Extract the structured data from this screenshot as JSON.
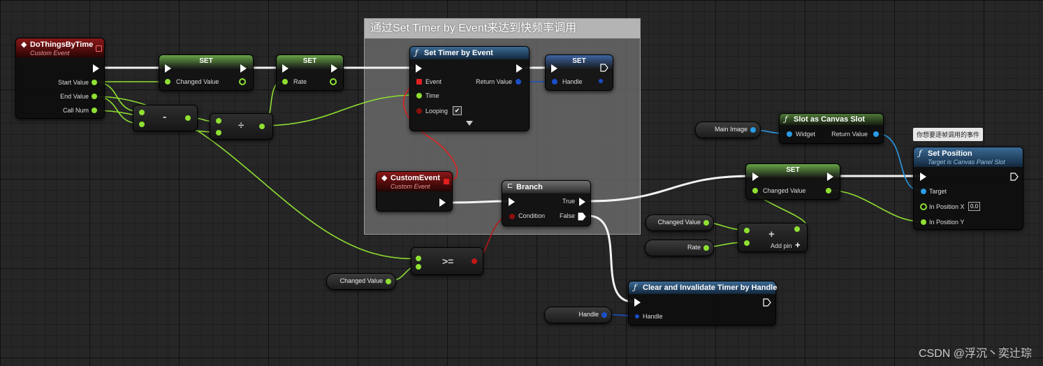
{
  "comment_title": "通过Set Timer by Event来达到快频率调用",
  "nodes": {
    "do_things": {
      "title": "DoThingsByTime",
      "subtitle": "Custom Event",
      "pins": [
        "Start Value",
        "End Value",
        "Call Num"
      ]
    },
    "set1": {
      "title": "SET",
      "pin": "Changed Value"
    },
    "set2": {
      "title": "SET",
      "pin": "Rate"
    },
    "set_timer": {
      "title": "Set Timer by Event",
      "pins": [
        "Event",
        "Time",
        "Looping"
      ],
      "return_label": "Return Value",
      "looping_checked": "✔"
    },
    "set3": {
      "title": "SET",
      "pin": "Handle"
    },
    "subtract": {
      "op": "-"
    },
    "divide": {
      "op": "÷"
    },
    "custom_event": {
      "title": "CustomEvent",
      "subtitle": "Custom Event"
    },
    "branch": {
      "title": "Branch",
      "condition": "Condition",
      "true_label": "True",
      "false_label": "False"
    },
    "gte": {
      "op": ">="
    },
    "changed_value_get1": {
      "label": "Changed Value"
    },
    "slot": {
      "title": "Slot as Canvas Slot",
      "widget": "Widget",
      "return_label": "Return Value"
    },
    "main_image": {
      "label": "Main Image"
    },
    "tooltip": "你想要逐帧调用的事件",
    "set_position": {
      "title": "Set Position",
      "subtitle": "Target is Canvas Panel Slot",
      "target": "Target",
      "x_label": "In Position X",
      "x_value": "0.0",
      "y_label": "In Position Y"
    },
    "set4": {
      "title": "SET",
      "pin": "Changed Value"
    },
    "changed_value_get2": {
      "label": "Changed Value"
    },
    "rate_get": {
      "label": "Rate"
    },
    "add": {
      "op": "+",
      "add_pin": "Add pin"
    },
    "clear_timer": {
      "title": "Clear and Invalidate Timer by Handle",
      "pin": "Handle"
    },
    "handle_get": {
      "label": "Handle"
    }
  },
  "colors": {
    "exec": "#ffffff",
    "float": "#8fe032",
    "object": "#2a9be6",
    "bool": "#8a0f0f",
    "event_delegate": "#e02020",
    "handle": "#1a4fc8"
  },
  "watermark": "CSDN @浮沉丶奕辻琮"
}
